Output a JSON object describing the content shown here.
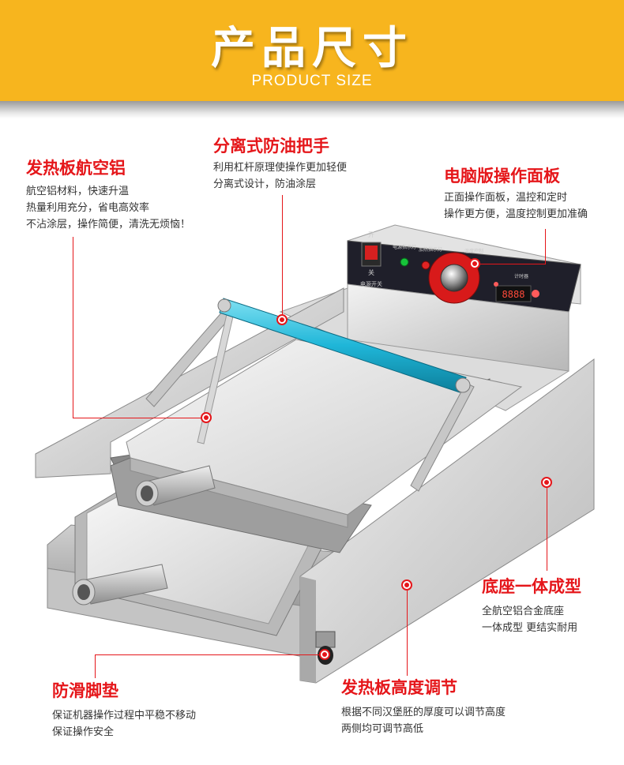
{
  "header": {
    "title": "产品尺寸",
    "subtitle": "PRODUCT SIZE"
  },
  "features": {
    "plate": {
      "title": "发热板航空铝",
      "lines": [
        "航空铝材料，快速升温",
        "热量利用充分，省电高效率",
        "不沾涂层，操作简便，清洗无烦恼！"
      ]
    },
    "handle": {
      "title": "分离式防油把手",
      "lines": [
        "利用杠杆原理使操作更加轻便",
        "分离式设计，防油涂层"
      ]
    },
    "panel": {
      "title": "电脑版操作面板",
      "lines": [
        "正面操作面板，温控和定时",
        "操作更方便，温度控制更加准确"
      ]
    },
    "base": {
      "title": "底座一体成型",
      "lines": [
        "全航空铝合金底座",
        "一体成型 更结实耐用"
      ]
    },
    "feet": {
      "title": "防滑脚垫",
      "lines": [
        "保证机器操作过程中平稳不移动",
        "保证操作安全"
      ]
    },
    "height": {
      "title": "发热板高度调节",
      "lines": [
        "根据不同汉堡胚的厚度可以调节高度",
        "两侧均可调节高低"
      ]
    }
  },
  "control_panel": {
    "power_label": "电源开关",
    "switch_on": "开",
    "switch_off": "关",
    "lamp_power": "电源指示灯",
    "lamp_heat": "加热指示灯",
    "temp_label": "温度控制",
    "timer_label": "计时器",
    "display": "8888"
  },
  "colors": {
    "banner": "#f7b51e",
    "accent_red": "#e5161a",
    "handle_bar": "#1fb6d8"
  }
}
